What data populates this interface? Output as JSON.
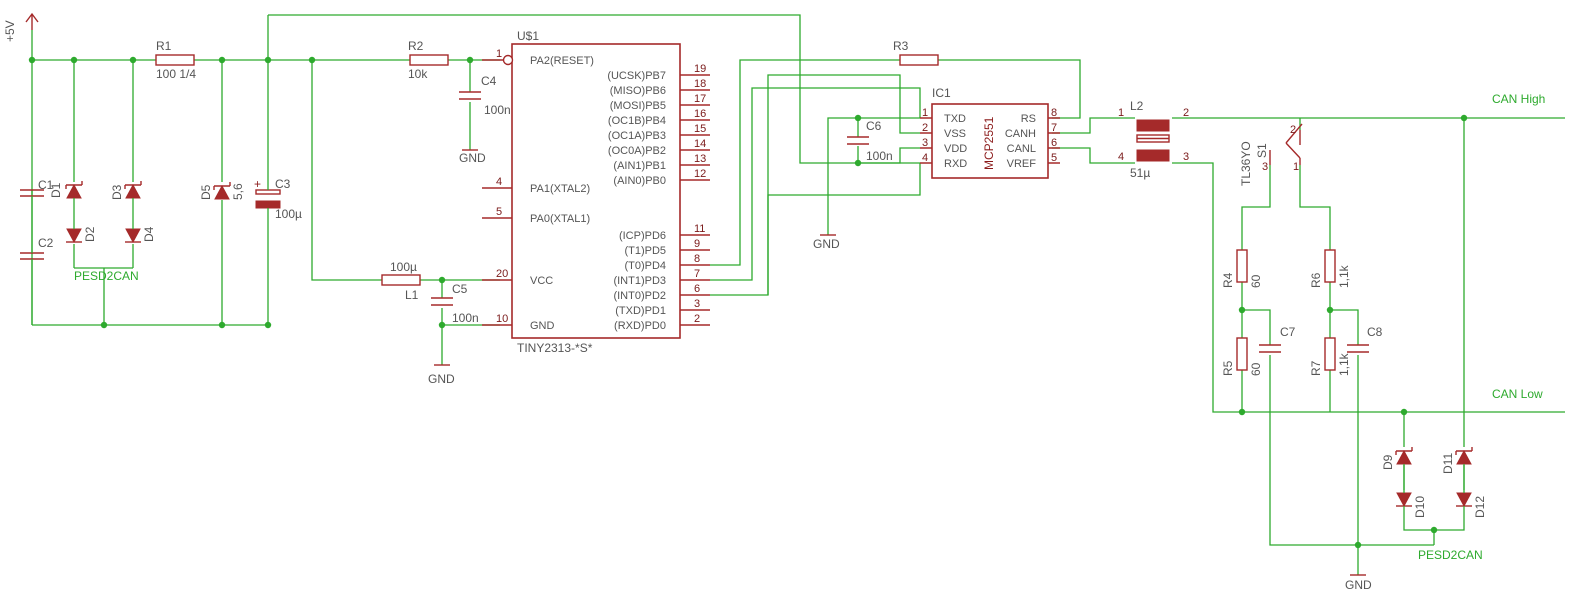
{
  "power": {
    "vcc": "+5V"
  },
  "gnd": {
    "label": "GND"
  },
  "components": {
    "r1": {
      "name": "R1",
      "value": "100 1/4"
    },
    "r2": {
      "name": "R2",
      "value": "10k"
    },
    "r3": {
      "name": "R3"
    },
    "r4": {
      "name": "R4",
      "value": "60"
    },
    "r5": {
      "name": "R5",
      "value": "60"
    },
    "r6": {
      "name": "R6",
      "value": "1,1k"
    },
    "r7": {
      "name": "R7",
      "value": "1,1k"
    },
    "c1": {
      "name": "C1"
    },
    "c2": {
      "name": "C2"
    },
    "c3": {
      "name": "C3",
      "value": "100µ"
    },
    "c4": {
      "name": "C4",
      "value": "100n"
    },
    "c5": {
      "name": "C5",
      "value": "100n"
    },
    "c6": {
      "name": "C6",
      "value": "100n"
    },
    "c7": {
      "name": "C7"
    },
    "c8": {
      "name": "C8"
    },
    "l1": {
      "name": "L1",
      "value": "100µ"
    },
    "l2": {
      "name": "L2",
      "value": "51µ"
    },
    "d1": {
      "name": "D1"
    },
    "d2": {
      "name": "D2"
    },
    "d3": {
      "name": "D3"
    },
    "d4": {
      "name": "D4"
    },
    "d5": {
      "name": "D5",
      "value": "5,6"
    },
    "d9": {
      "name": "D9"
    },
    "d10": {
      "name": "D10"
    },
    "d11": {
      "name": "D11"
    },
    "d12": {
      "name": "D12"
    },
    "pesd_left": "PESD2CAN",
    "pesd_right": "PESD2CAN",
    "s1": {
      "name": "S1",
      "value": "TL36YO"
    }
  },
  "u1": {
    "name": "U$1",
    "part": "TINY2313-*S*",
    "left_pins": [
      {
        "num": "1",
        "label": "PA2(RESET)"
      },
      {
        "num": "4",
        "label": "PA1(XTAL2)"
      },
      {
        "num": "5",
        "label": "PA0(XTAL1)"
      },
      {
        "num": "20",
        "label": "VCC"
      },
      {
        "num": "10",
        "label": "GND"
      }
    ],
    "right_pins": [
      {
        "num": "19",
        "label": "(UCSK)PB7"
      },
      {
        "num": "18",
        "label": "(MISO)PB6"
      },
      {
        "num": "17",
        "label": "(MOSI)PB5"
      },
      {
        "num": "16",
        "label": "(OC1B)PB4"
      },
      {
        "num": "15",
        "label": "(OC1A)PB3"
      },
      {
        "num": "14",
        "label": "(OC0A)PB2"
      },
      {
        "num": "13",
        "label": "(AIN1)PB1"
      },
      {
        "num": "12",
        "label": "(AIN0)PB0"
      },
      {
        "num": "11",
        "label": "(ICP)PD6"
      },
      {
        "num": "9",
        "label": "(T1)PD5"
      },
      {
        "num": "8",
        "label": "(T0)PD4"
      },
      {
        "num": "7",
        "label": "(INT1)PD3"
      },
      {
        "num": "6",
        "label": "(INT0)PD2"
      },
      {
        "num": "3",
        "label": "(TXD)PD1"
      },
      {
        "num": "2",
        "label": "(RXD)PD0"
      }
    ]
  },
  "ic1": {
    "name": "IC1",
    "part": "MCP2551",
    "left_pins": [
      {
        "num": "1",
        "label": "TXD"
      },
      {
        "num": "2",
        "label": "VSS"
      },
      {
        "num": "3",
        "label": "VDD"
      },
      {
        "num": "4",
        "label": "RXD"
      }
    ],
    "right_pins": [
      {
        "num": "8",
        "label": "RS"
      },
      {
        "num": "7",
        "label": "CANH"
      },
      {
        "num": "6",
        "label": "CANL"
      },
      {
        "num": "5",
        "label": "VREF"
      }
    ]
  },
  "l2_pins": [
    "1",
    "2",
    "4",
    "3"
  ],
  "s1_pins": [
    "2",
    "3",
    "1"
  ],
  "nets": {
    "can_high": "CAN High",
    "can_low": "CAN Low"
  }
}
